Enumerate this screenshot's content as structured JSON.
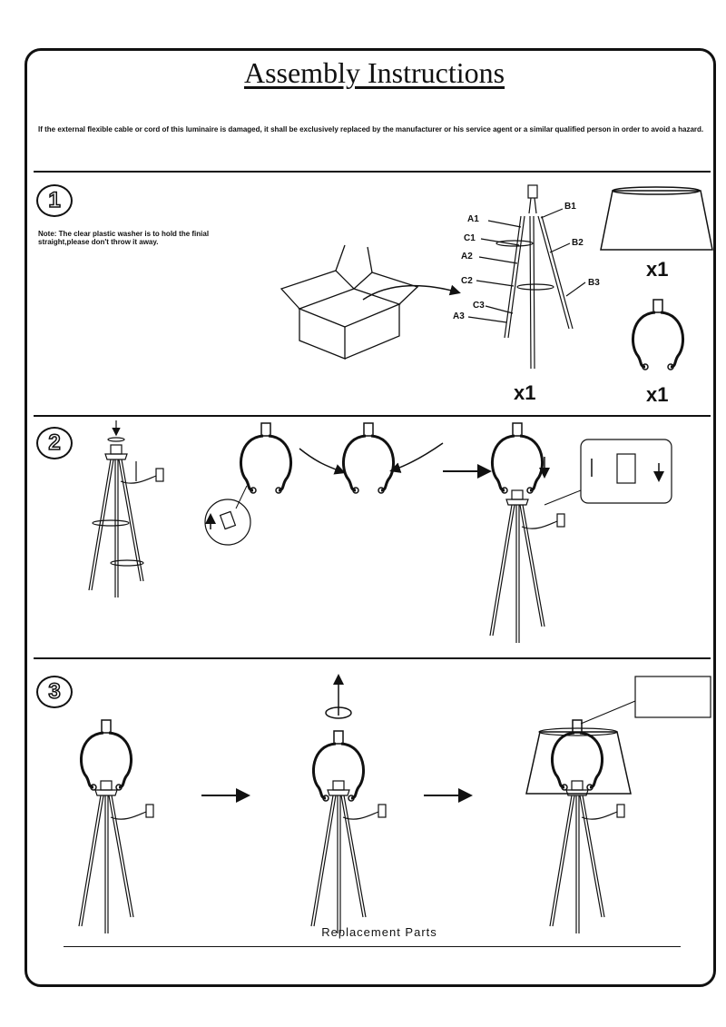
{
  "title": "Assembly Instructions",
  "warning": "If the external flexible cable or cord of this luminaire is damaged, it shall be exclusively replaced by the manufacturer or his service agent or a similar qualified person in order to avoid a hazard.",
  "steps": [
    {
      "number": "1"
    },
    {
      "number": "2"
    },
    {
      "number": "3"
    }
  ],
  "step1": {
    "note": "Note: The clear plastic washer is to hold the finial straight,please don't throw it away.",
    "parts": [
      "A1",
      "C1",
      "A2",
      "C2",
      "C3",
      "A3",
      "B1",
      "B2",
      "B3"
    ],
    "quantities": {
      "base": "x1",
      "shade": "x1",
      "harp": "x1"
    }
  },
  "footer": {
    "replacement_label": "Replacement  Parts"
  }
}
